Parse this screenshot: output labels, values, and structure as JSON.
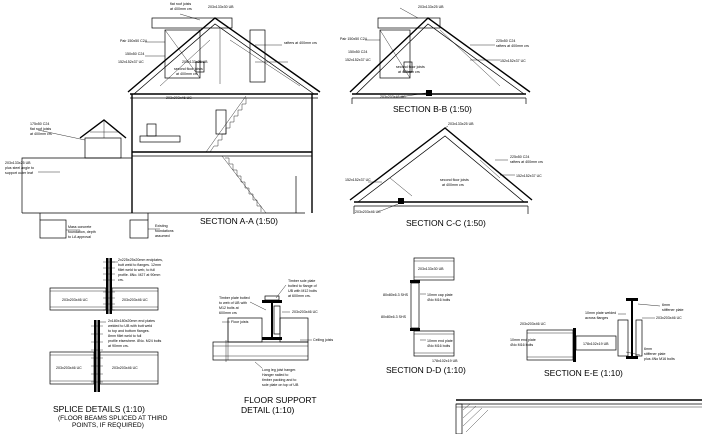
{
  "titles": {
    "section_aa": "SECTION A-A (1:50)",
    "section_bb": "SECTION B-B (1:50)",
    "section_cc": "SECTION C-C (1:50)",
    "section_dd": "SECTION D-D (1:10)",
    "section_ee": "SECTION E-E (1:10)",
    "splice": "SPLICE DETAILS (1:10)",
    "splice_sub_1": "(FLOOR BEAMS SPLICED AT THIRD",
    "splice_sub_2": "POINTS, IF REQUIRED)",
    "floor_support_1": "FLOOR SUPPORT",
    "floor_support_2": "DETAIL (1:10)"
  },
  "notes_aa": {
    "flat_roof_joists": "flat roof joists",
    "at_400": "at 400mm crs",
    "uB_top": "203x133x30 UB",
    "pair_c24": "Pair 150x50 C24",
    "c24_150": "150x50 C24",
    "uc_152": "152x152x37 UC",
    "uB_254": "203x133x25 UB",
    "second_floor": "second floor joists",
    "at_400_2": "at 400mm crs",
    "rafters": "rafters at 400mm crs",
    "uc_203": "203x203x46 UC",
    "c24_175": "175x50 C24",
    "flat_roof_2": "flat roof joists",
    "at_400_3": "at 400mm crs",
    "angle_1": "203x133x25 UB",
    "angle_2": "plus steel angle to",
    "angle_3": "support outer leaf",
    "found_1": "Mass concrete",
    "found_2": "foundation, depth",
    "found_3": "to LA approval",
    "exist_1": "Existing",
    "exist_2": "foundations",
    "exist_3": "assumed"
  },
  "notes_bb": {
    "uB_top": "203x133x25 UB",
    "pair_c24": "Pair 150x50 C24",
    "c24_150": "150x50 C24",
    "uc_152": "152x152x37 UC",
    "rafters": "rafters at 400mm crs",
    "c24": "225x50 C24",
    "uc_right": "152x152x37 UC",
    "second_floor": "second floor joists",
    "at_400": "at 400mm crs",
    "uc_203": "203x203x46 UC"
  },
  "notes_cc": {
    "uB_top": "203x133x25 UB",
    "c24": "225x50 C24",
    "rafters": "rafters at 400mm crs",
    "uc_left": "152x152x37 UC",
    "uc_right": "152x152x37 UC",
    "second_floor": "second floor joists",
    "at_400": "at 400mm crs",
    "uc_203": "203x203x46 UC"
  },
  "notes_splice": {
    "plates_1": "2x225x25x20mm endplates,",
    "plates_2": "butt weld to flanges. 12mm",
    "plates_3": "fillet weld to web, to full",
    "plates_4": "profile. 8No. M27 at 90mm",
    "plates_5": "crs.",
    "uc_left_top": "203x203x46 UC",
    "uc_right_top": "203x203x46 UC",
    "end_1": "2x180x180x20mm end plates",
    "end_2": "welded to UB with butt weld",
    "end_3": "to top and bottom flanges.",
    "end_4": "8mm fillet weld to full",
    "end_5": "profile elsewhere. 8No. M24 bolts",
    "end_6": "at 90mm crs.",
    "uc_left_bot": "203x203x46 UC",
    "uc_right_bot": "203x203x46 UC"
  },
  "notes_support": {
    "timber_1": "Timber plate bolted",
    "timber_2": "to web of UB with",
    "timber_3": "M12 bolts at",
    "timber_4": "600mm crs",
    "sole_1": "Timber sole plate",
    "sole_2": "bolted to flange of",
    "sole_3": "UB with M12 bolts",
    "sole_4": "at 600mm crs.",
    "uc": "203x203x46 UC",
    "floor_joists": "Floor joists",
    "ceiling_joists": "Ceiling joists",
    "hanger_1": "Long leg joist hanger.",
    "hanger_2": "Hanger nailed to",
    "hanger_3": "timber packing and to",
    "hanger_4": "sole plate on top of UB"
  },
  "notes_dd": {
    "uB_top": "203x133x30 UB",
    "uc_left": "80x80x6.3 SHS",
    "cap_1": "10mm cap plate",
    "cap_2": "4No M16 bolts",
    "uc_left_2": "80x80x6.3 SHS",
    "end_1": "10mm end plate",
    "end_2": "4No M16 bolts",
    "uc_bottom": "178x102x19 UB"
  },
  "notes_ee": {
    "uc_left": "203x203x46 UC",
    "end_1": "10mm end plate",
    "end_2": "4No M16 bolts",
    "ub_mid": "178x102x19 UB",
    "welded_1": "10mm plate welded",
    "welded_2": "across flanges",
    "stiff_1": "6mm",
    "stiff_2": "stiffener plate",
    "uc_right": "203x203x46 UC",
    "stiff_3": "6mm",
    "stiff_4": "stiffener plate",
    "stiff_5": "plus 4No M16 bolts"
  }
}
